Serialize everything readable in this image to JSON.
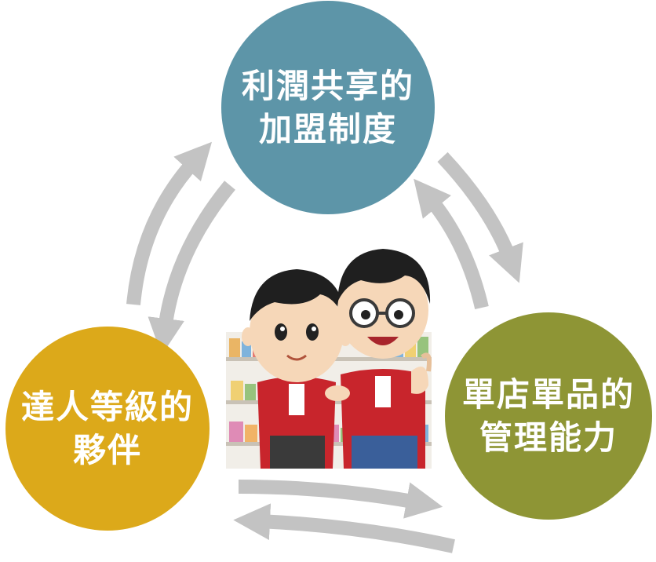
{
  "nodes": {
    "top": {
      "label": "利潤共享的\n加盟制度",
      "color": "#5d95a8"
    },
    "right": {
      "label": "單店單品的\n管理能力",
      "color": "#8e9535"
    },
    "left": {
      "label": "達人等級的\n夥伴",
      "color": "#dca91a"
    }
  },
  "arrows": {
    "color": "#c3c3c3"
  },
  "illustration": {
    "subject": "two-store-staff-characters",
    "uniform_color": "#c8252c"
  }
}
